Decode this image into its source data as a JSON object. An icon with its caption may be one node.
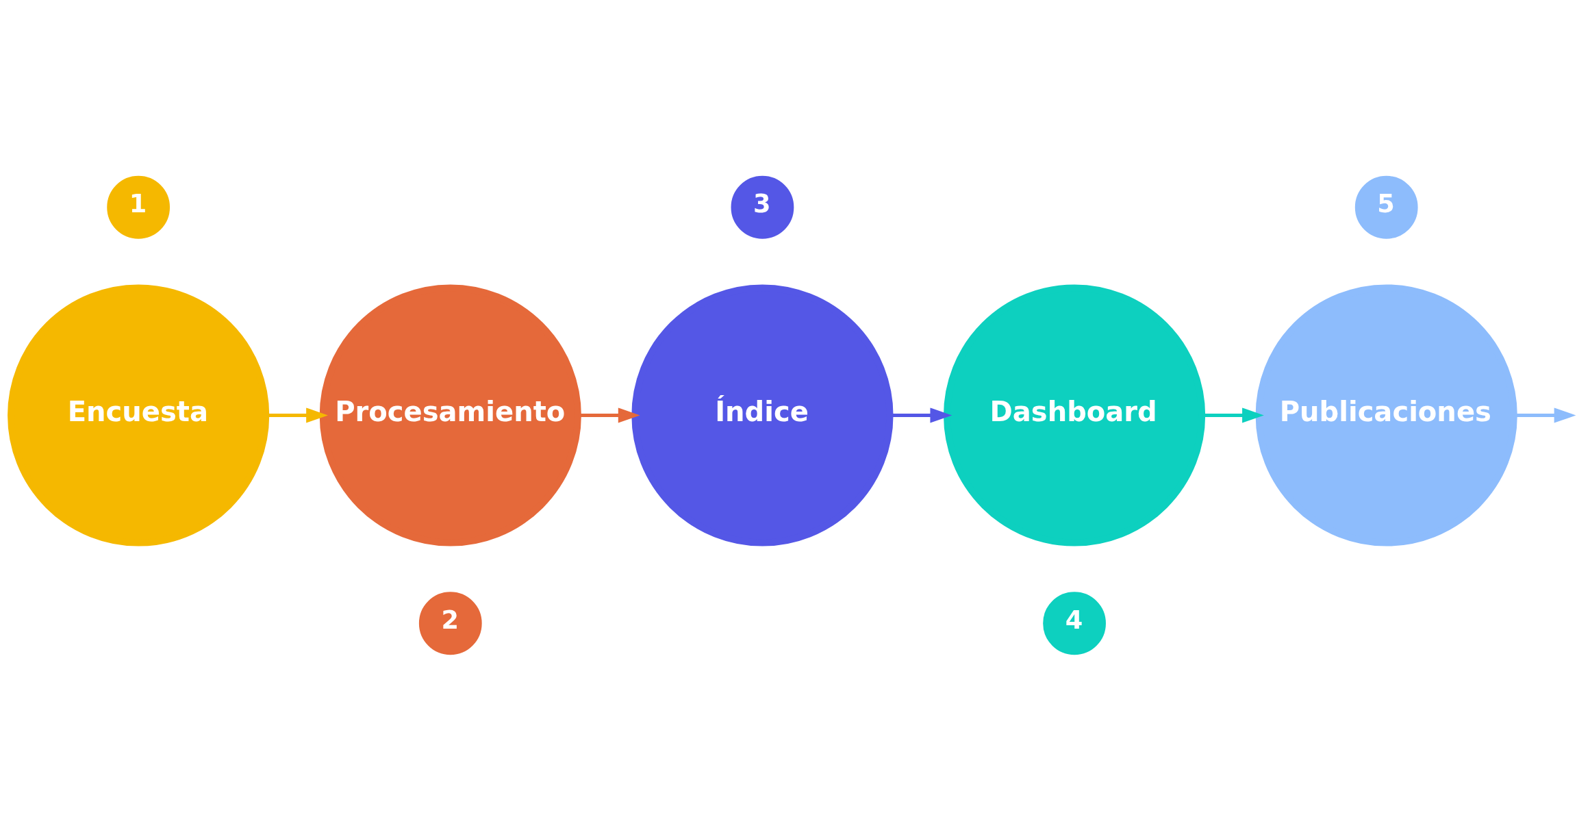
{
  "diagram": {
    "nodes": [
      {
        "text": [
          "1"
        ]
      },
      {
        "text": [
          "Encuesta"
        ]
      },
      {
        "text": [
          "2"
        ]
      },
      {
        "text": [
          "Procesamiento"
        ]
      },
      {
        "text": [
          "3"
        ]
      },
      {
        "text": [
          "Índice"
        ]
      },
      {
        "text": [
          "4"
        ]
      },
      {
        "text": [
          "Dashboard"
        ]
      },
      {
        "text": [
          "5"
        ]
      },
      {
        "text": [
          "Publicaciones"
        ]
      }
    ],
    "edges": [
      {
        "from": 1,
        "to": 3,
        "arrow": "to",
        "color": "#f5b800"
      },
      {
        "from": 3,
        "to": 5,
        "arrow": "to",
        "color": "#e5693a"
      },
      {
        "from": 5,
        "to": 7,
        "arrow": "to",
        "color": "#5457e6"
      },
      {
        "from": 7,
        "to": 9,
        "arrow": "to",
        "color": "#0dd0bf"
      },
      {
        "from": 9,
        "to": null,
        "arrow": "to",
        "color": "#8dbcfc"
      }
    ]
  }
}
